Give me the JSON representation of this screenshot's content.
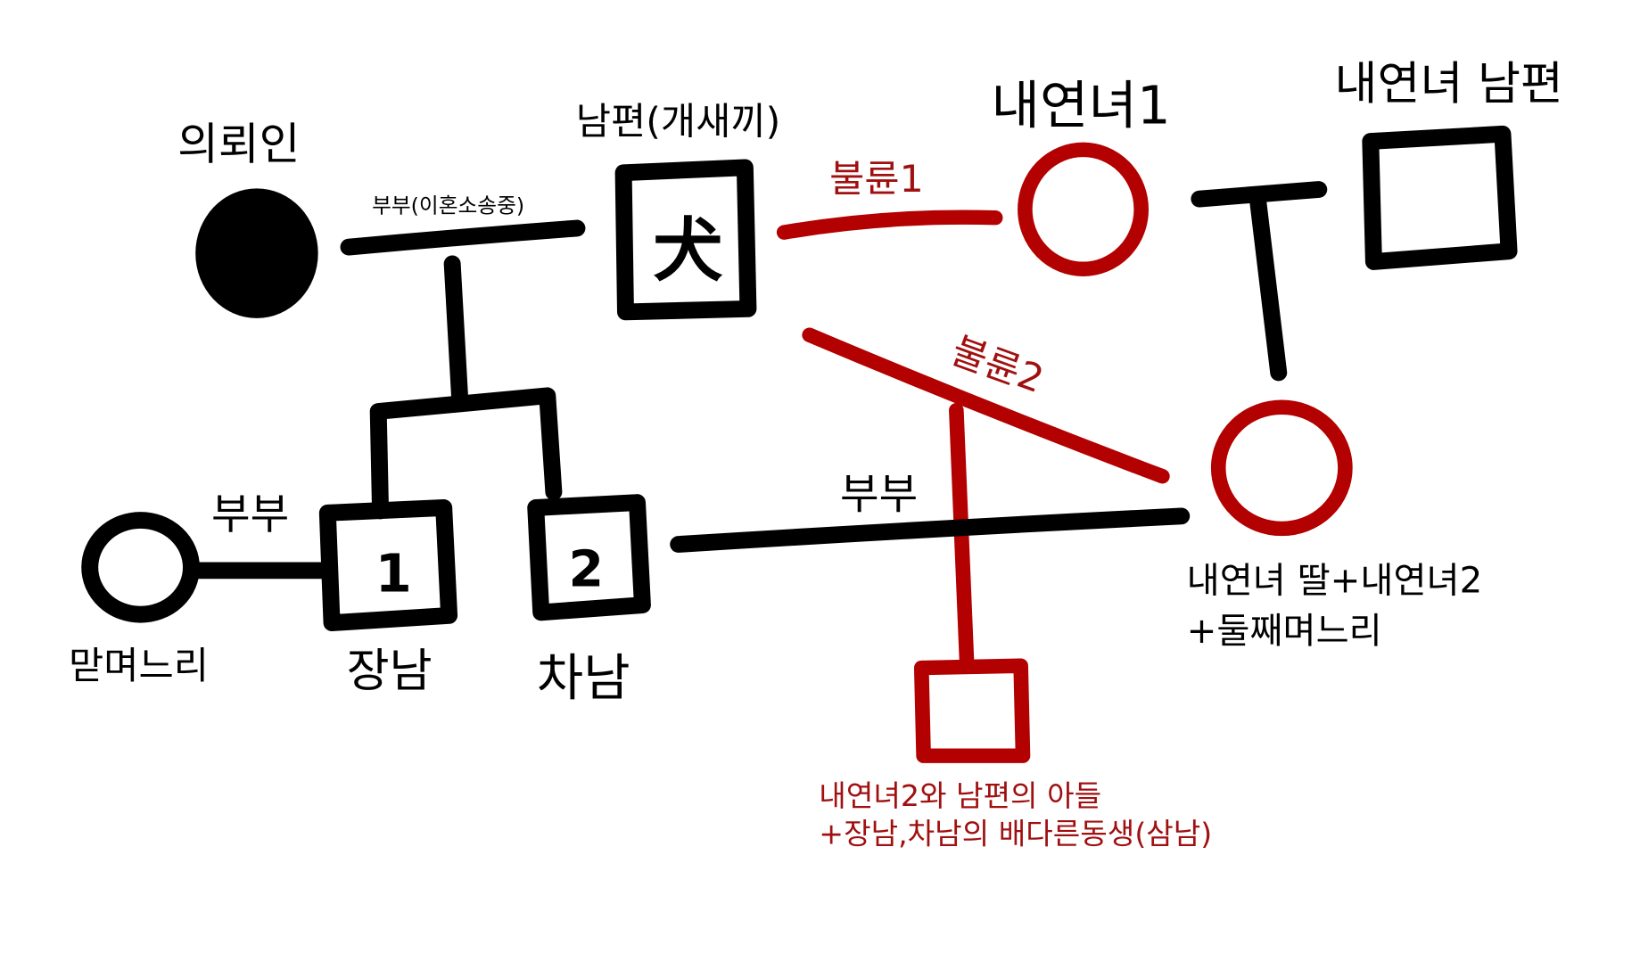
{
  "people": {
    "client": "의뢰인",
    "husband": "남편(개새끼)",
    "husband_symbol": "犬",
    "mistress1": "내연녀1",
    "mistress_husband": "내연녀 남편",
    "eldest_daughter_in_law": "맏며느리",
    "son1": "장남",
    "son1_number": "1",
    "son2": "차남",
    "son2_number": "2",
    "mistress2_line1": "내연녀 딸+내연녀2",
    "mistress2_line2": "+둘째며느리",
    "third_son_line1": "내연녀2와 남편의 아들",
    "third_son_line2": "+장남,차남의 배다른동생(삼남)"
  },
  "relations": {
    "client_husband": "부부(이혼소송중)",
    "affair1": "불륜1",
    "affair2": "불륜2",
    "son1_marriage": "부부",
    "son2_marriage": "부부"
  },
  "colors": {
    "line": "#000000",
    "affair": "#b30000"
  }
}
